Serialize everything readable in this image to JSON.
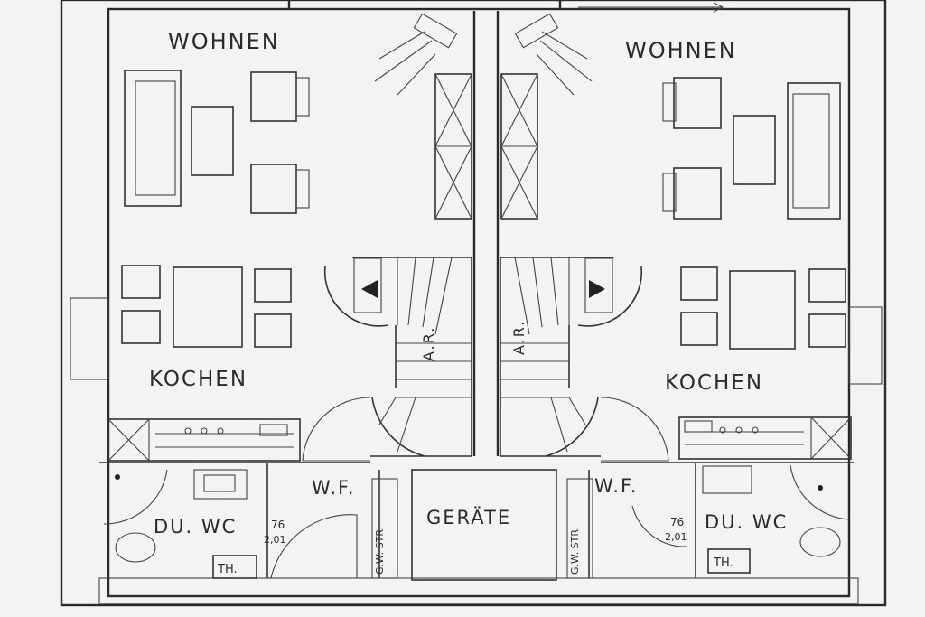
{
  "floor_plan": {
    "rooms": {
      "wohnen_left": "WOHNEN",
      "wohnen_right": "WOHNEN",
      "kochen_left": "KOCHEN",
      "kochen_right": "KOCHEN",
      "wf_left": "W.F.",
      "wf_right": "W.F.",
      "bath_left": "DU. WC",
      "bath_right": "DU. WC",
      "geraete": "GERÄTE"
    },
    "stairs": {
      "left": "A.R.",
      "right": "A.R."
    },
    "small_labels": {
      "gw_left": "G.W. STR.",
      "gw_right": "G.W. STR.",
      "th_left": "TH.",
      "th_right": "TH.",
      "bath_left_dim_top": "76",
      "bath_left_dim_bottom": "2,01",
      "bath_right_dim_top": "76",
      "bath_right_dim_bottom": "2,01"
    }
  }
}
